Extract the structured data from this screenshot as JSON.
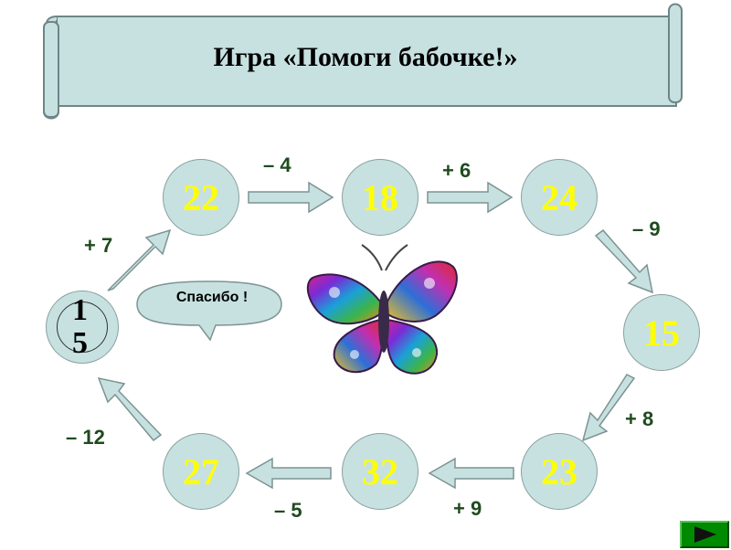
{
  "title": "Игра «Помоги бабочке!»",
  "start": {
    "digit_top": "1",
    "digit_bottom": "5"
  },
  "speech_bubble": "Спасибо !",
  "nodes": [
    "22",
    "18",
    "24",
    "15",
    "23",
    "32",
    "27"
  ],
  "operations": [
    "+ 7",
    "– 4",
    "+ 6",
    "– 9",
    "+ 8",
    "+ 9",
    "– 5",
    "– 12"
  ],
  "next_button": {
    "icon": "play-triangle-icon"
  },
  "colors": {
    "node_fill": "#c7e1e1",
    "node_text": "#ffff00",
    "banner_fill": "#c7e1e1",
    "operation_text": "#1e4b1e",
    "button": "#008a00"
  }
}
